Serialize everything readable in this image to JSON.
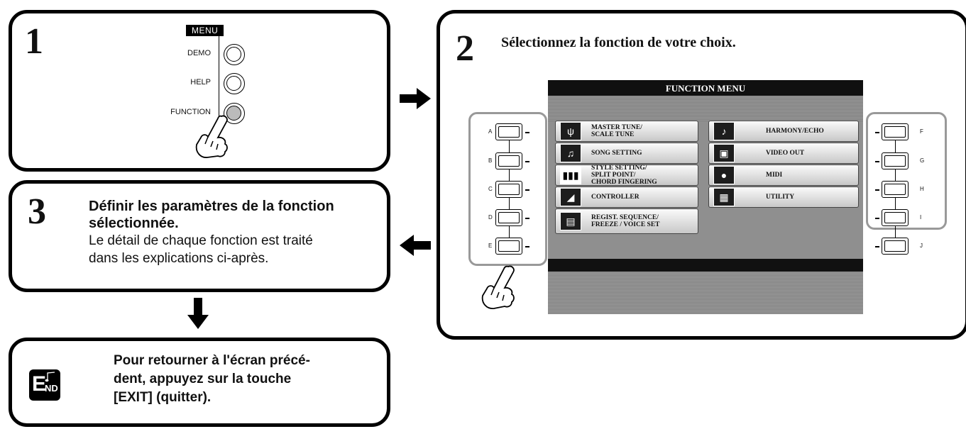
{
  "step1": {
    "number": "1",
    "menu_label": "MENU",
    "buttons": [
      "DEMO",
      "HELP",
      "FUNCTION"
    ]
  },
  "step2": {
    "number": "2",
    "title": "Sélectionnez la fonction de votre choix.",
    "screen_title": "FUNCTION MENU",
    "left_items": [
      {
        "label": "MASTER TUNE/\nSCALE TUNE",
        "icon": "tuning-fork-icon"
      },
      {
        "label": "SONG SETTING",
        "icon": "score-icon"
      },
      {
        "label": "STYLE SETTING/\nSPLIT POINT/\nCHORD FINGERING",
        "icon": "keyboard-icon"
      },
      {
        "label": "CONTROLLER",
        "icon": "pedal-icon"
      },
      {
        "label": "REGIST. SEQUENCE/\nFREEZE / VOICE SET",
        "icon": "document-icon"
      }
    ],
    "right_items": [
      {
        "label": "HARMONY/ECHO",
        "icon": "music-note-icon"
      },
      {
        "label": "VIDEO OUT",
        "icon": "monitor-icon"
      },
      {
        "label": "MIDI",
        "icon": "midi-icon"
      },
      {
        "label": "UTILITY",
        "icon": "utility-icon"
      }
    ],
    "left_letters": [
      "A",
      "B",
      "C",
      "D",
      "E"
    ],
    "right_letters": [
      "F",
      "G",
      "H",
      "I",
      "J"
    ]
  },
  "step3": {
    "number": "3",
    "title_line1": "Définir les paramètres de la fonction",
    "title_line2": "sélectionnée.",
    "body_line1": "Le détail de chaque fonction est traité",
    "body_line2": "dans les explications ci-après."
  },
  "end": {
    "badge_letter": "E",
    "badge_small": "ND",
    "text_line1": "Pour retourner à l'écran précé-",
    "text_line2": "dent, appuyez sur la touche",
    "text_line3": "[EXIT] (quitter)."
  }
}
